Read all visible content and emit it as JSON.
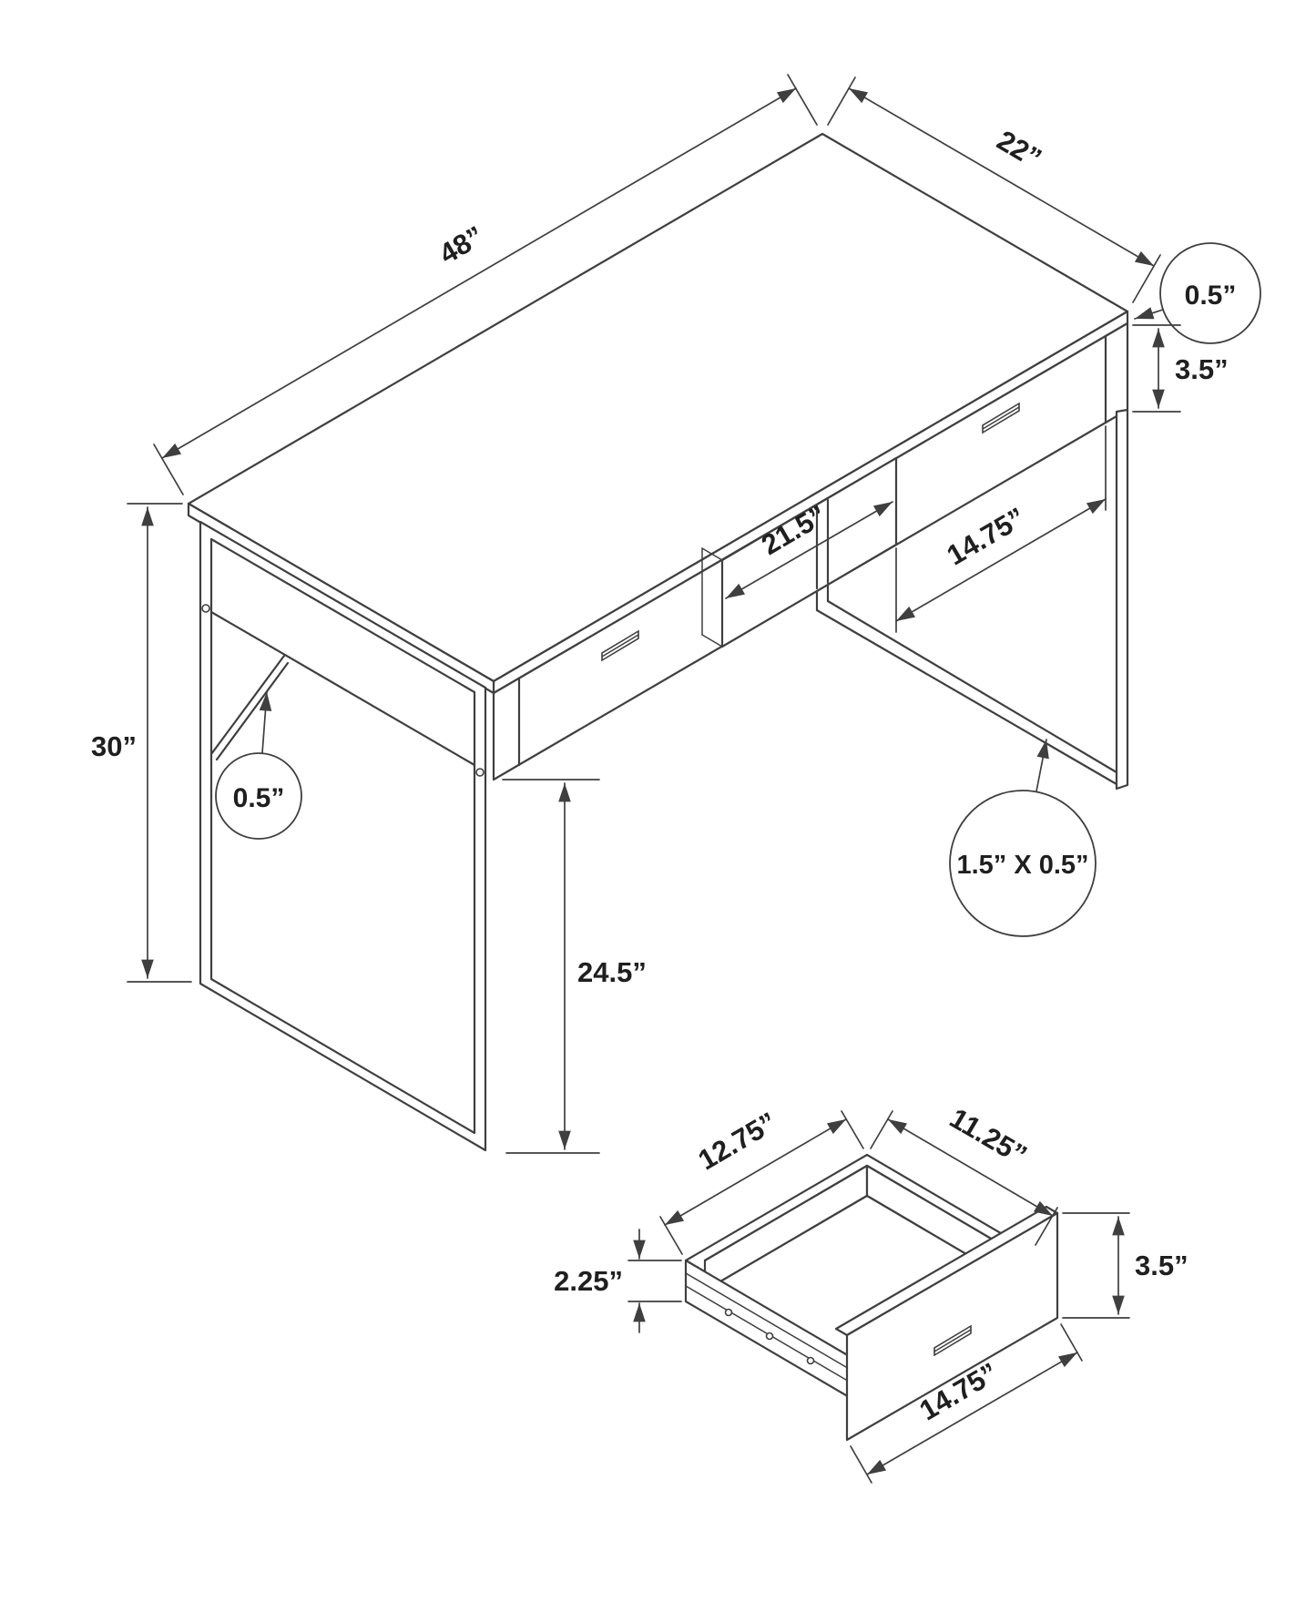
{
  "meta": {
    "description": "Technical line drawing of a computer desk (isometric view) with dimension callouts and an exploded drawer detail view",
    "background": "#ffffff",
    "line_color": "#3f3f3f",
    "text_color": "#1f1f1f"
  },
  "desk": {
    "dim_length": "48”",
    "dim_depth": "22”",
    "dim_top_thickness": "0.5”",
    "dim_drawer_height": "3.5”",
    "dim_height": "30”",
    "dim_brace": "0.5”",
    "dim_cubby": "21.5”",
    "dim_drawer_width": "14.75”",
    "dim_clearance": "24.5”",
    "dim_tube": "1.5” X 0.5”"
  },
  "drawer": {
    "dim_length": "12.75”",
    "dim_width": "11.25”",
    "dim_side_height": "2.25”",
    "dim_front_height": "3.5”",
    "dim_front_width": "14.75”"
  }
}
